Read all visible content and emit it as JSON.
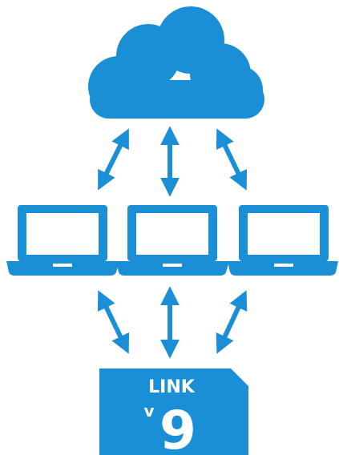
{
  "colors": {
    "accent": "#1a8fd6",
    "background": "#ffffff",
    "screen": "#ffffff"
  },
  "icons": {
    "cloud": "cloud-icon",
    "laptop": "laptop-icon",
    "arrow": "double-arrow-icon"
  },
  "badge": {
    "line1": "LINK",
    "version_prefix": "v",
    "version_number": "9"
  }
}
